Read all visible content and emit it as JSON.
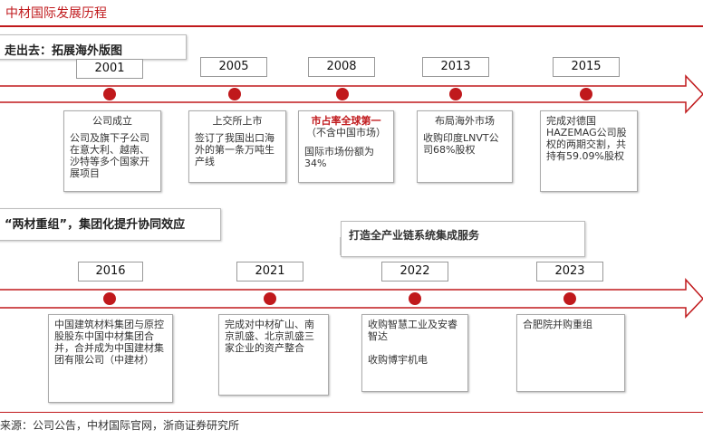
{
  "title": "中材国际发展历程",
  "source": "来源：公司公告，中材国际官网，浙商证券研究所",
  "sections": {
    "top": "走出去：拓展海外版图",
    "bottom": "“两材重组”，集团化提升协同效应"
  },
  "banner": "打造全产业链系统集成服务",
  "colors": {
    "accent": "#c0191c"
  },
  "timeline_top": [
    {
      "year": "2001",
      "head": "公司成立",
      "body": "公司及旗下子公司在意大利、越南、沙特等多个国家开展项目"
    },
    {
      "year": "2005",
      "head": "上交所上市",
      "body": "签订了我国出口海外的第一条万吨生产线"
    },
    {
      "year": "2008",
      "head": "市占率全球第一",
      "sub": "（不含中国市场）",
      "body": "国际市场份额为34%"
    },
    {
      "year": "2013",
      "head": "布局海外市场",
      "body": "收购印度LNVT公司68%股权"
    },
    {
      "year": "2015",
      "head": "",
      "body": "完成对德国HAZEMAG公司股权的两期交割，共持有59.09%股权"
    }
  ],
  "timeline_bottom": [
    {
      "year": "2016",
      "head": "",
      "body": "中国建筑材料集团与原控股股东中国中材集团合并，合并成为中国建材集团有限公司（中建材）"
    },
    {
      "year": "2021",
      "head": "",
      "body": "完成对中材矿山、南京凯盛、北京凯盛三家企业的资产整合"
    },
    {
      "year": "2022",
      "head": "",
      "body": "收购智慧工业及安睿智达\n\n收购博宇机电"
    },
    {
      "year": "2023",
      "head": "",
      "body": "合肥院并购重组"
    }
  ]
}
